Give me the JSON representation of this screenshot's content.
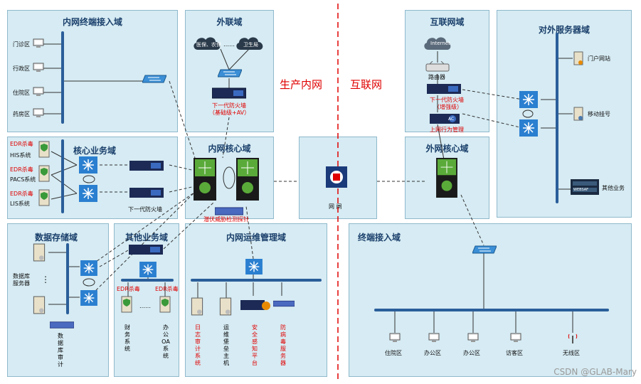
{
  "zones": {
    "intranet_terminal": "内网终端接入域",
    "extranet": "外联域",
    "internet_zone": "互联网域",
    "external_server": "对外服务器域",
    "core_business": "核心业务域",
    "intranet_core": "内网核心域",
    "extranet_core": "外网核心域",
    "data_storage": "数据存储域",
    "other_business": "其他业务域",
    "intranet_ops": "内网运维管理域",
    "terminal_access": "终端接入域"
  },
  "headers": {
    "production": "生产内网",
    "internet": "互联网"
  },
  "terminal_pcs": [
    "门诊区",
    "行政区",
    "住院区",
    "药房区"
  ],
  "extranet_labels": {
    "cloud1": "医保、农保",
    "cloud2": "卫生局",
    "dots": "……",
    "firewall": "下一代防火墙",
    "firewall_sub": "（基础级+AV）"
  },
  "internet_labels": {
    "cloud": "Internet",
    "router": "路由器",
    "firewall": "下一代防火墙",
    "firewall_sub": "（增强级）",
    "behavior": "上网行为管理",
    "ac": "AC"
  },
  "server_labels": {
    "portal": "门户网站",
    "mobile": "移动挂号",
    "other": "其他业务",
    "websaf": "WEBSAF"
  },
  "core_labels": {
    "edr1": "EDR杀毒",
    "his": "HIS系统",
    "edr2": "EDR杀毒",
    "pacs": "PACS系统",
    "edr3": "EDR杀毒",
    "lis": "LIS系统",
    "firewall": "下一代防火墙"
  },
  "intranet_core_labels": {
    "probe": "潜伏威胁检测探针"
  },
  "gateway": {
    "label": "网 闸"
  },
  "storage_labels": {
    "db_server": "数据库服务器",
    "dots": "⋮",
    "audit": "数据库审计"
  },
  "other_labels": {
    "edr1": "EDR杀毒",
    "edr2": "EDR杀毒",
    "finance": "财务系统",
    "oa": "办公OA系统",
    "dots": "……"
  },
  "ops_labels": {
    "log": "日志审计系统",
    "bastion": "运维堡垒主机",
    "sec": "安全感知平台",
    "av": "防病毒服务器"
  },
  "terminal_access_labels": [
    "住院区",
    "办公区",
    "办公区",
    "访客区",
    "无线区"
  ],
  "watermark": "CSDN @GLAB-Mary",
  "colors": {
    "zone_bg": "#d6ebf3",
    "bus": "#2a5e9a",
    "red": "#e00000",
    "switch_green": "#3a9a3a"
  }
}
